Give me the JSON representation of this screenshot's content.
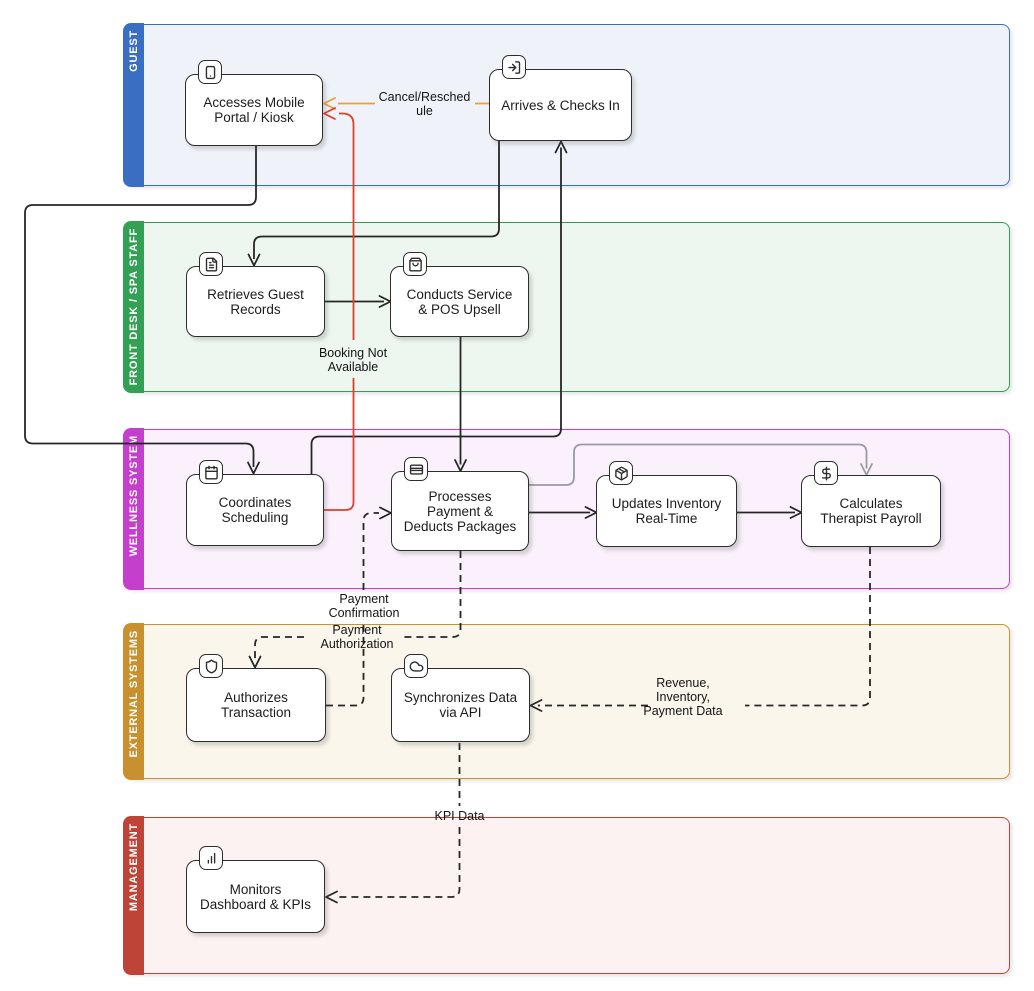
{
  "lanes": [
    {
      "id": "guest",
      "title": "GUEST",
      "header_color": "#3a6ec3",
      "body_color": "#eff3f9",
      "border_color": "#3a6ec3"
    },
    {
      "id": "front-desk",
      "title": "FRONT DESK / SPA STAFF",
      "header_color": "#33a055",
      "body_color": "#edf7f0",
      "border_color": "#2f9e53"
    },
    {
      "id": "wellness-system",
      "title": "WELLNESS SYSTEM",
      "header_color": "#c43fcc",
      "body_color": "#fbf1fc",
      "border_color": "#c43fcc"
    },
    {
      "id": "external-systems",
      "title": "EXTERNAL SYSTEMS",
      "header_color": "#c9902f",
      "body_color": "#faf6eb",
      "border_color": "#c9902f"
    },
    {
      "id": "management",
      "title": "MANAGEMENT",
      "header_color": "#bf4438",
      "body_color": "#fcf2f1",
      "border_color": "#bf4438"
    }
  ],
  "nodes": [
    {
      "id": "kiosk",
      "lane": "guest",
      "label": "Accesses Mobile\nPortal / Kiosk",
      "icon": "smartphone-icon"
    },
    {
      "id": "arrives",
      "lane": "guest",
      "label": "Arrives & Checks In",
      "icon": "log-in-icon"
    },
    {
      "id": "retrieves",
      "lane": "front-desk",
      "label": "Retrieves Guest\nRecords",
      "icon": "file-text-icon"
    },
    {
      "id": "conducts",
      "lane": "front-desk",
      "label": "Conducts Service\n& POS Upsell",
      "icon": "shopping-bag-icon"
    },
    {
      "id": "coordinates",
      "lane": "wellness-system",
      "label": "Coordinates\nScheduling",
      "icon": "calendar-icon"
    },
    {
      "id": "processes",
      "lane": "wellness-system",
      "label": "Processes\nPayment &\nDeducts Packages",
      "icon": "credit-card-icon"
    },
    {
      "id": "updates",
      "lane": "wellness-system",
      "label": "Updates Inventory\nReal-Time",
      "icon": "package-icon"
    },
    {
      "id": "calculates",
      "lane": "wellness-system",
      "label": "Calculates\nTherapist Payroll",
      "icon": "dollar-sign-icon"
    },
    {
      "id": "authorizes",
      "lane": "external-systems",
      "label": "Authorizes\nTransaction",
      "icon": "shield-icon"
    },
    {
      "id": "synchronizes",
      "lane": "external-systems",
      "label": "Synchronizes Data\nvia API",
      "icon": "cloud-icon"
    },
    {
      "id": "monitors",
      "lane": "management",
      "label": "Monitors\nDashboard & KPIs",
      "icon": "bar-chart-icon"
    }
  ],
  "edges": [
    {
      "id": "cancel",
      "from": "arrives",
      "to": "kiosk",
      "label": "Cancel/Resched\nule",
      "style": "solid",
      "color": "#e7a13b"
    },
    {
      "id": "booking",
      "from": "coordinates",
      "to": "kiosk",
      "label": "Booking Not\nAvailable",
      "style": "solid",
      "color": "#e23d28"
    },
    {
      "id": "kiosk-to-coordinates",
      "from": "kiosk",
      "to": "coordinates",
      "label": "",
      "style": "solid",
      "color": "#262626"
    },
    {
      "id": "arrives-to-retrieves",
      "from": "arrives",
      "to": "retrieves",
      "label": "",
      "style": "solid",
      "color": "#262626"
    },
    {
      "id": "retrieves-to-conducts",
      "from": "retrieves",
      "to": "conducts",
      "label": "",
      "style": "solid",
      "color": "#262626"
    },
    {
      "id": "conducts-to-processes",
      "from": "conducts",
      "to": "processes",
      "label": "",
      "style": "solid",
      "color": "#262626"
    },
    {
      "id": "coordinates-to-arrives",
      "from": "coordinates",
      "to": "arrives",
      "label": "",
      "style": "solid",
      "color": "#262626"
    },
    {
      "id": "processes-to-updates",
      "from": "processes",
      "to": "updates",
      "label": "",
      "style": "solid",
      "color": "#262626"
    },
    {
      "id": "updates-to-calculates",
      "from": "updates",
      "to": "calculates",
      "label": "",
      "style": "solid",
      "color": "#262626"
    },
    {
      "id": "processes-to-calculates",
      "from": "processes",
      "to": "calculates",
      "label": "",
      "style": "solid",
      "color": "#9b9aa0"
    },
    {
      "id": "payment-authorization",
      "from": "processes",
      "to": "authorizes",
      "label": "Payment\nAuthorization",
      "style": "dashed",
      "color": "#262626"
    },
    {
      "id": "payment-confirmation",
      "from": "authorizes",
      "to": "processes",
      "label": "Payment\nConfirmation",
      "style": "dashed",
      "color": "#262626"
    },
    {
      "id": "revenue-data",
      "from": "calculates",
      "to": "synchronizes",
      "label": "Revenue,\nInventory,\nPayment Data",
      "style": "dashed",
      "color": "#262626"
    },
    {
      "id": "kpi-data",
      "from": "synchronizes",
      "to": "monitors",
      "label": "KPI Data",
      "style": "dashed",
      "color": "#262626"
    }
  ]
}
